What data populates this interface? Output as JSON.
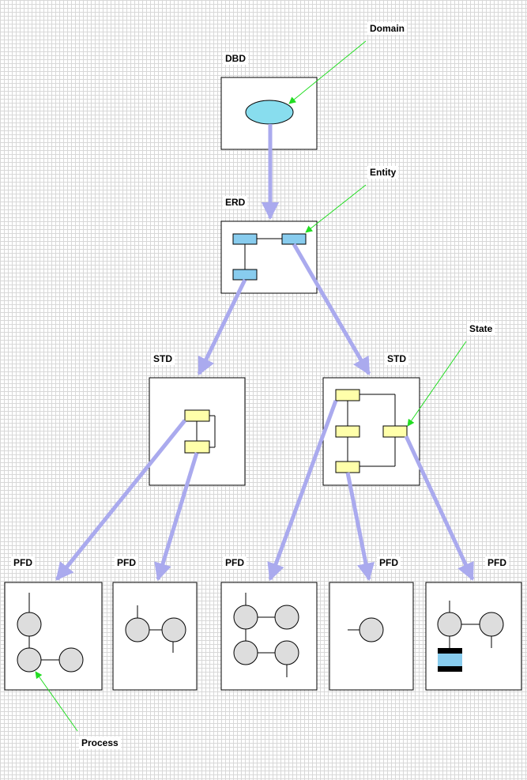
{
  "labels": {
    "dbd": "DBD",
    "erd": "ERD",
    "std_left": "STD",
    "std_right": "STD",
    "pfd_1": "PFD",
    "pfd_2": "PFD",
    "pfd_3": "PFD",
    "pfd_4": "PFD",
    "pfd_5": "PFD"
  },
  "callouts": {
    "domain": "Domain",
    "entity": "Entity",
    "state": "State",
    "process": "Process"
  },
  "colors": {
    "arrow": "#aaaaee",
    "callout_arrow": "#22dd22",
    "domain_fill": "#88ddee",
    "entity_fill": "#88ccee",
    "state_fill": "#ffffaa",
    "process_fill": "#dddddd",
    "store_fill": "#88ccee",
    "store_band": "#000000"
  }
}
